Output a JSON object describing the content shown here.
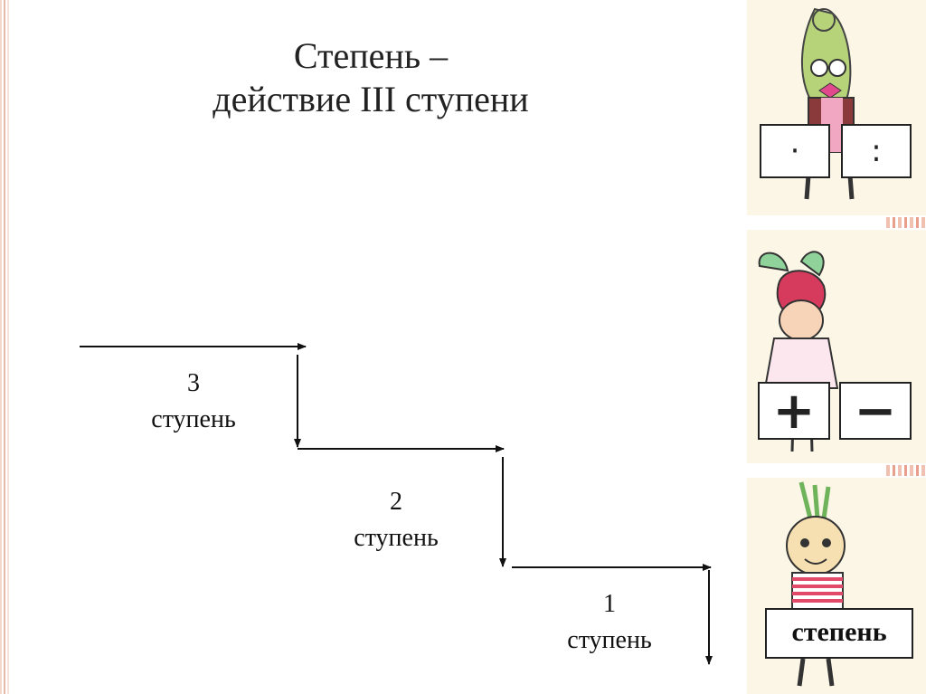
{
  "title": {
    "line1": "Степень –",
    "line2": "действие III ступени"
  },
  "steps": [
    {
      "number": "3",
      "word": "ступень"
    },
    {
      "number": "2",
      "word": "ступень"
    },
    {
      "number": "1",
      "word": "ступень"
    }
  ],
  "illustrations": {
    "top": {
      "signs": [
        "·",
        ":"
      ]
    },
    "middle": {
      "signs": [
        "+",
        "−"
      ]
    },
    "bottom": {
      "sign_word": "степень"
    }
  },
  "colors": {
    "panel_bg": "#fbf6e6",
    "border_accent": "#e9b9a8"
  }
}
